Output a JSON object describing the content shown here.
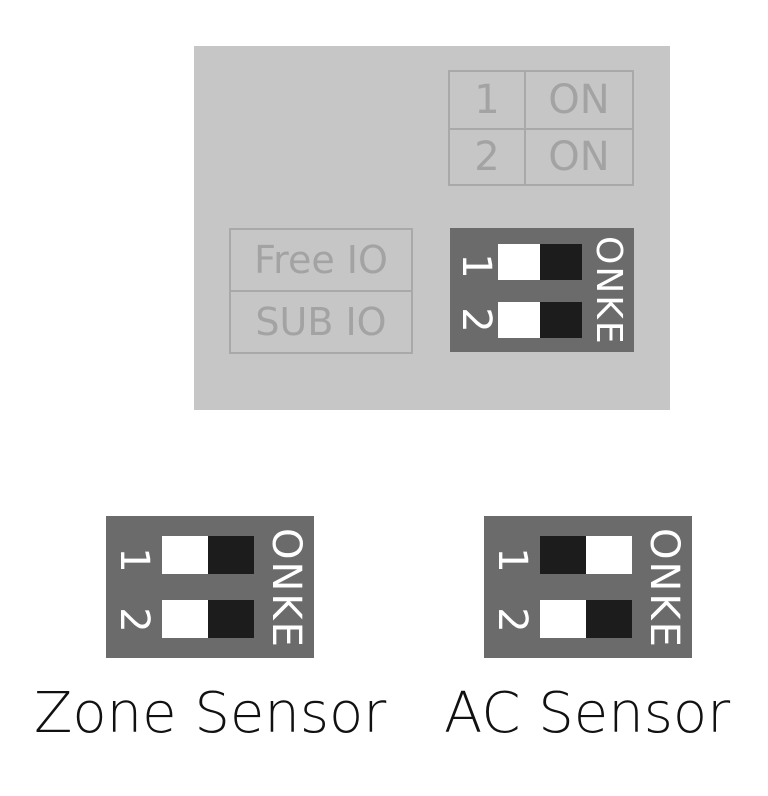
{
  "board": {
    "legend": [
      {
        "switch": "1",
        "state": "ON"
      },
      {
        "switch": "2",
        "state": "ON"
      }
    ],
    "modes": [
      "Free IO",
      "SUB IO"
    ],
    "dip": {
      "side_label": "ONKE",
      "switches": [
        {
          "number": "1",
          "state": "ON"
        },
        {
          "number": "2",
          "state": "ON"
        }
      ]
    }
  },
  "zone_sensor": {
    "caption": "Zone Sensor",
    "side_label": "ONKE",
    "switches": [
      {
        "number": "1",
        "state": "ON"
      },
      {
        "number": "2",
        "state": "ON"
      }
    ]
  },
  "ac_sensor": {
    "caption": "AC Sensor",
    "side_label": "ONKE",
    "switches": [
      {
        "number": "1",
        "state": "OFF"
      },
      {
        "number": "2",
        "state": "ON"
      }
    ]
  },
  "colors": {
    "board": "#c6c6c6",
    "board_line": "#a9a9a9",
    "dip_body": "#6b6b6b",
    "switch_on": "#ffffff",
    "switch_off": "#1c1c1c"
  }
}
